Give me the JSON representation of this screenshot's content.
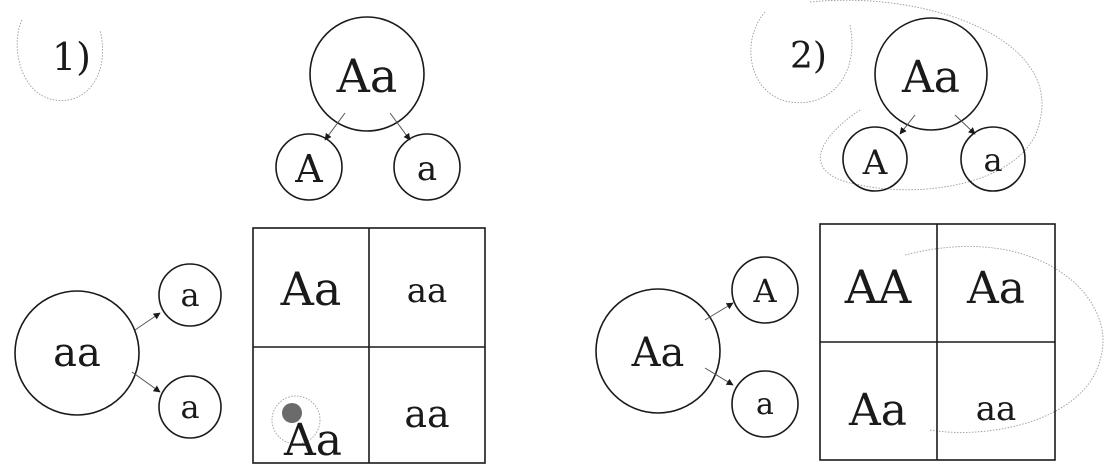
{
  "colors": {
    "ink": "#1a1a1a",
    "paper": "#ffffff"
  },
  "problem1": {
    "label": "1)",
    "parent_top": "Aa",
    "gametes_top": [
      "A",
      "a"
    ],
    "parent_left": "aa",
    "gametes_left": [
      "a",
      "a"
    ],
    "grid": [
      [
        "Aa",
        "aa"
      ],
      [
        "Aa",
        "aa"
      ]
    ]
  },
  "problem2": {
    "label": "2)",
    "parent_top": "Aa",
    "gametes_top": [
      "A",
      "a"
    ],
    "parent_left": "Aa",
    "gametes_left": [
      "A",
      "a"
    ],
    "grid": [
      [
        "AA",
        "Aa"
      ],
      [
        "Aa",
        "aa"
      ]
    ]
  }
}
